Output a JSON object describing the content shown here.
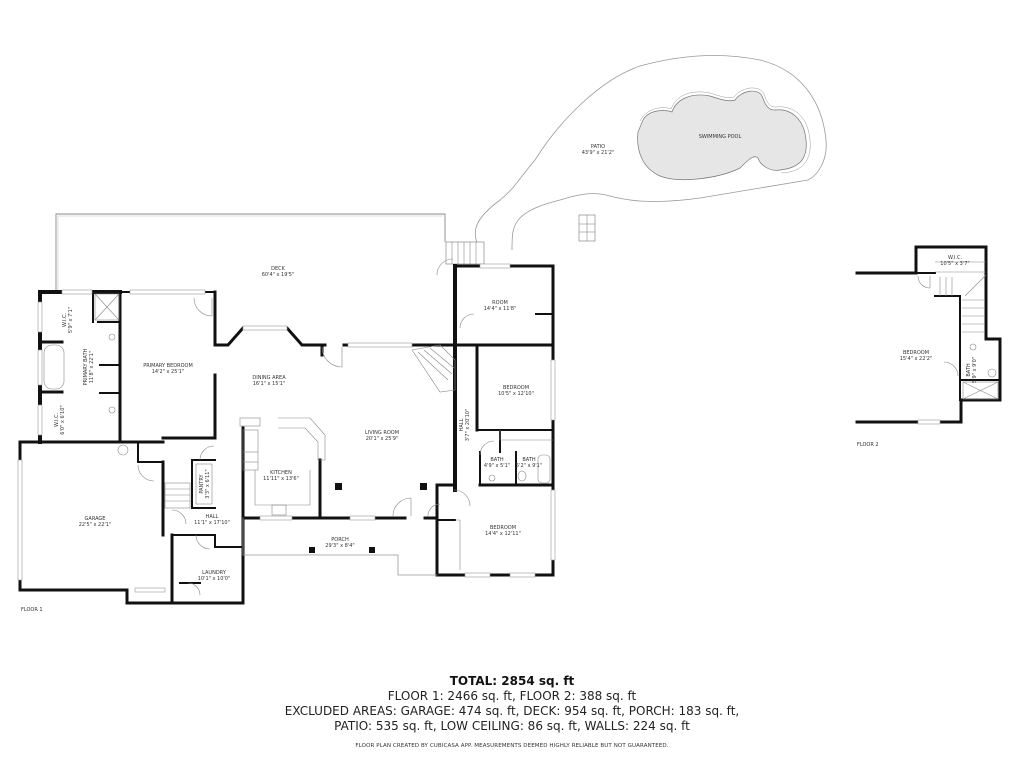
{
  "floors": [
    {
      "label": "FLOOR 1"
    },
    {
      "label": "FLOOR 2"
    }
  ],
  "rooms": {
    "patio": {
      "name": "PATIO",
      "dims": "43'9\" x 21'2\""
    },
    "pool": {
      "name": "SWIMMING POOL",
      "dims": ""
    },
    "deck": {
      "name": "DECK",
      "dims": "60'4\" x 19'5\""
    },
    "wic1": {
      "name": "W.I.C.",
      "dims": "5'9\" x 7'1\""
    },
    "primary_bath": {
      "name": "PRIMARY BATH",
      "dims": "11'8\" x 22'1\""
    },
    "wic2": {
      "name": "W.I.C.",
      "dims": "6'0\" x 6'10\""
    },
    "primary_bedroom": {
      "name": "PRIMARY BEDROOM",
      "dims": "14'2\" x 25'1\""
    },
    "dining": {
      "name": "DINING AREA",
      "dims": "16'1\" x 15'1\""
    },
    "living": {
      "name": "LIVING ROOM",
      "dims": "20'1\" x 25'9\""
    },
    "kitchen": {
      "name": "KITCHEN",
      "dims": "11'11\" x 13'6\""
    },
    "pantry": {
      "name": "PANTRY",
      "dims": "3'3\" x 6'11\""
    },
    "hall1": {
      "name": "HALL",
      "dims": "11'1\" x 17'10\""
    },
    "laundry": {
      "name": "LAUNDRY",
      "dims": "10'1\" x 10'0\""
    },
    "garage": {
      "name": "GARAGE",
      "dims": "22'5\" x 22'1\""
    },
    "porch": {
      "name": "PORCH",
      "dims": "29'3\" x 8'4\""
    },
    "room": {
      "name": "ROOM",
      "dims": "14'4\" x 11'8\""
    },
    "hall2": {
      "name": "HALL",
      "dims": "3'7\" x 20'10\""
    },
    "bedroom1": {
      "name": "BEDROOM",
      "dims": "10'5\" x 12'10\""
    },
    "bath1": {
      "name": "BATH",
      "dims": "4'9\" x 5'1\""
    },
    "bath2": {
      "name": "BATH",
      "dims": "5'2\" x 9'1\""
    },
    "bedroom2": {
      "name": "BEDROOM",
      "dims": "14'4\" x 12'11\""
    },
    "f2_wic": {
      "name": "W.I.C.",
      "dims": "10'5\" x 3'7\""
    },
    "f2_bedroom": {
      "name": "BEDROOM",
      "dims": "15'4\" x 22'2\""
    },
    "f2_bath": {
      "name": "BATH",
      "dims": "5'9\" x 9'0\""
    }
  },
  "summary": {
    "total": "TOTAL: 2854 sq. ft",
    "floors_line": "FLOOR 1: 2466 sq. ft, FLOOR 2: 388 sq. ft",
    "excluded_line1": "EXCLUDED AREAS: GARAGE: 474 sq. ft, DECK: 954 sq. ft, PORCH: 183 sq. ft,",
    "excluded_line2": "PATIO: 535 sq. ft, LOW CEILING: 86 sq. ft, WALLS: 224 sq. ft",
    "disclaimer": "FLOOR PLAN CREATED BY CUBICASA APP. MEASUREMENTS DEEMED HIGHLY RELIABLE BUT NOT GUARANTEED."
  },
  "colors": {
    "wall": "#111111",
    "thin_line": "#888888",
    "pool_fill": "#e6e6e6"
  }
}
